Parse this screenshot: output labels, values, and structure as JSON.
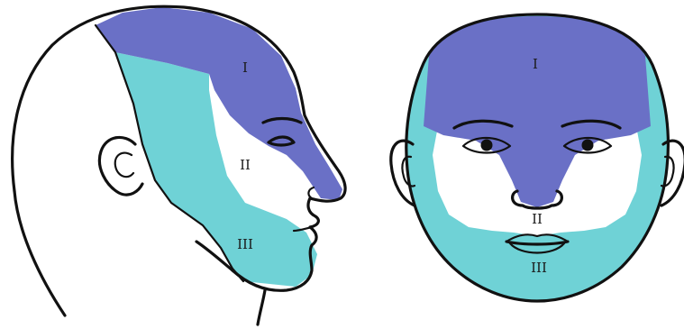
{
  "colors": {
    "zone_1": "#6a70c6",
    "zone_2": "#ffffff",
    "zone_3": "#6fd2d6",
    "outline": "#111111",
    "background": "#ffffff"
  },
  "profile_view": {
    "zone_labels": [
      "I",
      "II",
      "III"
    ]
  },
  "frontal_view": {
    "zone_labels": [
      "I",
      "II",
      "III"
    ]
  }
}
